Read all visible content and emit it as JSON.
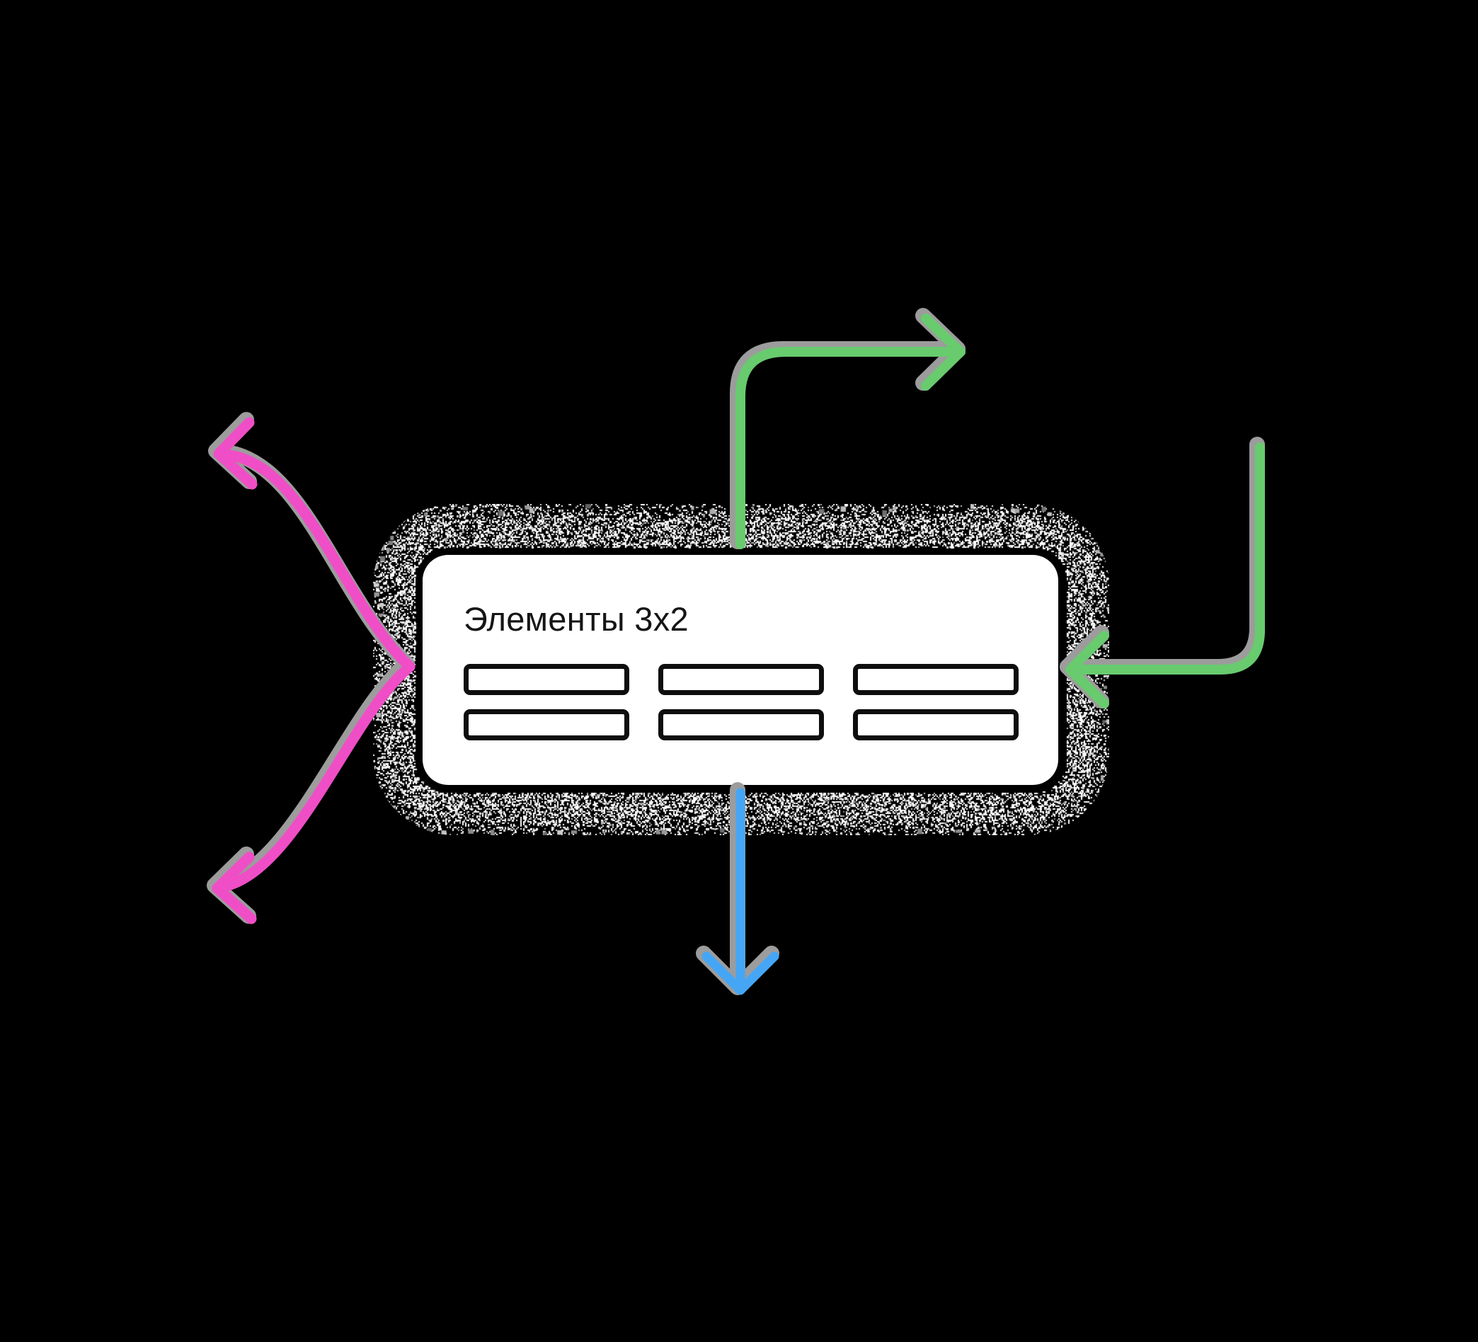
{
  "page": {
    "background": "#000000"
  },
  "colors": {
    "green": "#68cb6e",
    "pink": "#f04ec6",
    "blue": "#45a6f5",
    "halo": "#9c9c9c",
    "card_bg": "#ffffff",
    "bar_border": "#0e0e0e",
    "title_text": "#151515"
  },
  "card": {
    "title": "Элементы 3x2",
    "grid": {
      "rows": 2,
      "columns": 3
    }
  },
  "arrows": [
    {
      "name": "green-arrow-up-right",
      "color": "#68cb6e",
      "direction": "up from card top, then right"
    },
    {
      "name": "green-arrow-into-card",
      "color": "#68cb6e",
      "direction": "down from top right, then left into card"
    },
    {
      "name": "blue-arrow-down",
      "color": "#45a6f5",
      "direction": "down from card bottom"
    },
    {
      "name": "pink-arrows-branch",
      "color": "#f04ec6",
      "direction": "branch from card left edge, up-left and down-left"
    }
  ]
}
